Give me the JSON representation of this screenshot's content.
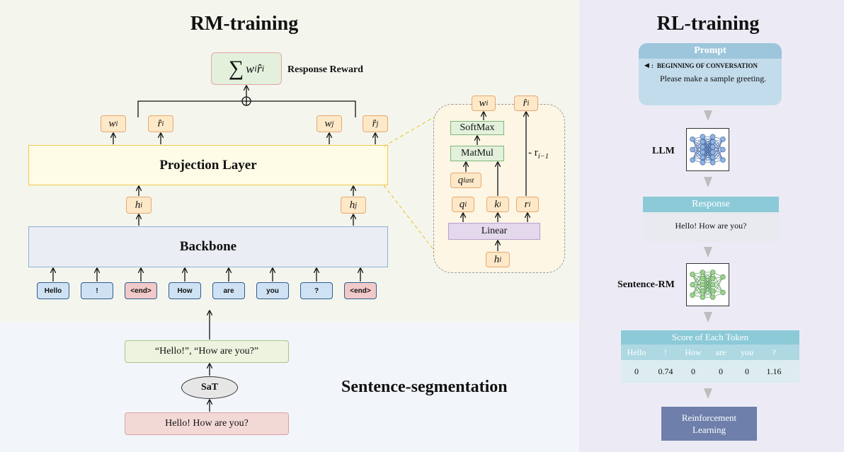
{
  "rm": {
    "title": "RM-training",
    "reward_label": "Response Reward",
    "projection_label": "Projection Layer",
    "backbone_label": "Backbone",
    "tokens": [
      "Hello",
      "!",
      "<end>",
      "How",
      "are",
      "you",
      "?",
      "<end>"
    ]
  },
  "inset": {
    "softmax": "SoftMax",
    "matmul": "MatMul",
    "linear": "Linear",
    "minus_r": "- r",
    "minus_r_sub": "i−1"
  },
  "seg": {
    "title": "Sentence-segmentation",
    "sentences": "“Hello!”, “How are you?”",
    "model": "SaT",
    "input": "Hello! How are you?"
  },
  "rl": {
    "title": "RL-training",
    "prompt_header": "Prompt",
    "prompt_sub": "BEGINNING OF CONVERSATION",
    "prompt_text": "Please make a sample greeting.",
    "llm_label": "LLM",
    "response_header": "Response",
    "response_text": "Hello! How are you?",
    "srm_label": "Sentence-RM",
    "score_header": "Score of Each Token",
    "score_tokens": [
      "Hello",
      "!",
      "How",
      "are",
      "you",
      "?"
    ],
    "score_values": [
      "0",
      "0.74",
      "0",
      "0",
      "0",
      "1.16"
    ],
    "final_label": "Reinforcement Learning"
  },
  "colors": {
    "orange_fill": "#fde8c8",
    "green_fill": "#e3f0dc",
    "token_blue": "#cfe2f3",
    "token_red": "#f2c9c9",
    "rl_teal": "#8ccad8",
    "rl_final": "#6e7fab"
  }
}
